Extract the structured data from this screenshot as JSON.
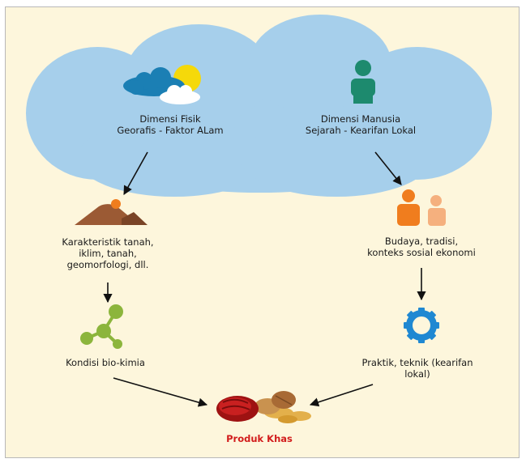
{
  "physical_dimension": {
    "line1": "Dimensi Fisik",
    "line2": "Georafis - Faktor ALam"
  },
  "human_dimension": {
    "line1": "Dimensi Manusia",
    "line2": "Sejarah - Kearifan Lokal"
  },
  "soil_characteristics": {
    "line1": "Karakteristik tanah,",
    "line2": "iklim, tanah,",
    "line3": "geomorfologi, dll."
  },
  "biochemical_condition": {
    "line1": "Kondisi bio-kimia"
  },
  "culture": {
    "line1": "Budaya, tradisi,",
    "line2": "konteks sosial ekonomi"
  },
  "practice": {
    "line1": "Praktik, teknik (kearifan",
    "line2": "lokal)"
  },
  "product": {
    "label": "Produk Khas"
  },
  "colors": {
    "cloud": "#a6cfeb",
    "background": "#fdf6dc",
    "person_dark": "#1d8a6e",
    "people_orange": "#f07d1e",
    "molecule": "#8cb53c",
    "gear": "#1f88d2",
    "mountain": "#9b5a34",
    "title_red": "#d21c1c"
  }
}
